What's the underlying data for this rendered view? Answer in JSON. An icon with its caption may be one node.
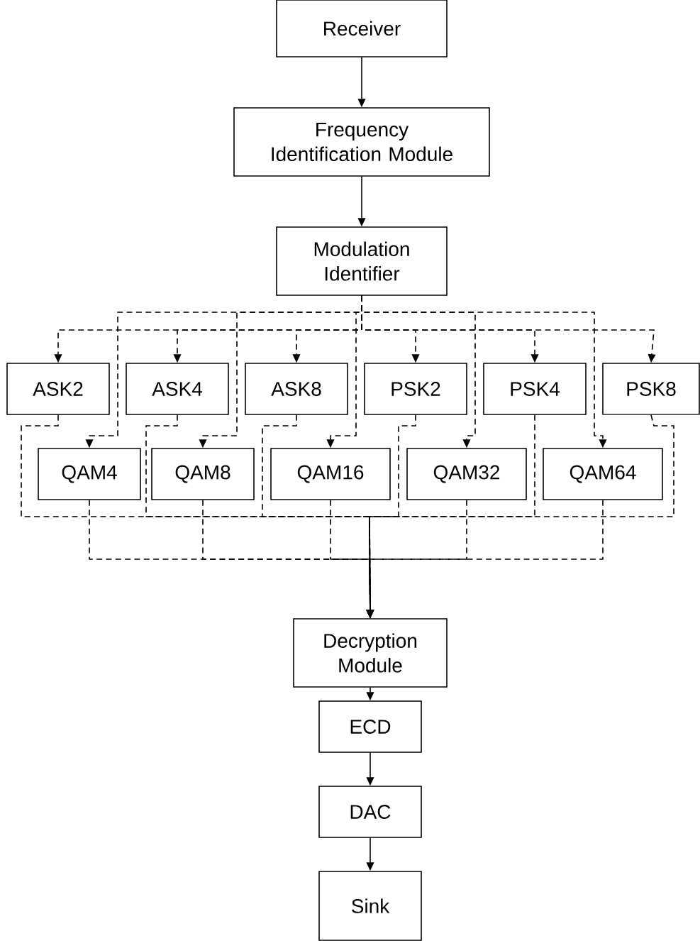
{
  "diagram": {
    "nodes": [
      {
        "text": [
          "Receiver"
        ]
      },
      {
        "text": [
          "Frequency Identification Module"
        ]
      },
      {
        "text": [
          "Modulation Identifier"
        ]
      },
      {
        "text": [
          "ASK2"
        ]
      },
      {
        "text": [
          "ASK4"
        ]
      },
      {
        "text": [
          "ASK8"
        ]
      },
      {
        "text": [
          "PSK2"
        ]
      },
      {
        "text": [
          "PSK4"
        ]
      },
      {
        "text": [
          "PSK8"
        ]
      },
      {
        "text": [
          "QAM4"
        ]
      },
      {
        "text": [
          "QAM8"
        ]
      },
      {
        "text": [
          "QAM16"
        ]
      },
      {
        "text": [
          "QAM32"
        ]
      },
      {
        "text": [
          "QAM64"
        ]
      },
      {
        "text": [
          "Decryption Module"
        ]
      },
      {
        "text": [
          "ECD"
        ]
      },
      {
        "text": [
          "DAC"
        ]
      },
      {
        "text": [
          "Sink"
        ]
      }
    ],
    "edges": [
      {
        "from": 0,
        "to": 1,
        "arrow": "to"
      },
      {
        "from": 1,
        "to": 2,
        "arrow": "to"
      },
      {
        "from": 2,
        "to": 3,
        "arrow": "to",
        "style": "dashed"
      },
      {
        "from": 2,
        "to": 4,
        "arrow": "to",
        "style": "dashed"
      },
      {
        "from": 2,
        "to": 5,
        "arrow": "to",
        "style": "dashed"
      },
      {
        "from": 2,
        "to": 6,
        "arrow": "to",
        "style": "dashed"
      },
      {
        "from": 2,
        "to": 7,
        "arrow": "to",
        "style": "dashed"
      },
      {
        "from": 2,
        "to": 8,
        "arrow": "to",
        "style": "dashed"
      },
      {
        "from": 2,
        "to": 9,
        "arrow": "to",
        "style": "dashed"
      },
      {
        "from": 2,
        "to": 10,
        "arrow": "to",
        "style": "dashed"
      },
      {
        "from": 2,
        "to": 11,
        "arrow": "to",
        "style": "dashed"
      },
      {
        "from": 2,
        "to": 12,
        "arrow": "to",
        "style": "dashed"
      },
      {
        "from": 2,
        "to": 13,
        "arrow": "to",
        "style": "dashed"
      },
      {
        "from": 3,
        "to": 14,
        "arrow": "to",
        "style": "dashed"
      },
      {
        "from": 4,
        "to": 14,
        "arrow": "to",
        "style": "dashed"
      },
      {
        "from": 5,
        "to": 14,
        "arrow": "to",
        "style": "dashed"
      },
      {
        "from": 6,
        "to": 14,
        "arrow": "to",
        "style": "dashed"
      },
      {
        "from": 7,
        "to": 14,
        "arrow": "to",
        "style": "dashed"
      },
      {
        "from": 8,
        "to": 14,
        "arrow": "to",
        "style": "dashed"
      },
      {
        "from": 9,
        "to": 14,
        "arrow": "to",
        "style": "dashed"
      },
      {
        "from": 10,
        "to": 14,
        "arrow": "to",
        "style": "dashed"
      },
      {
        "from": 11,
        "to": 14,
        "arrow": "to",
        "style": "dashed"
      },
      {
        "from": 12,
        "to": 14,
        "arrow": "to",
        "style": "dashed"
      },
      {
        "from": 13,
        "to": 14,
        "arrow": "to",
        "style": "dashed"
      },
      {
        "from": 14,
        "to": 15,
        "arrow": "to"
      },
      {
        "from": 15,
        "to": 16,
        "arrow": "to"
      },
      {
        "from": 16,
        "to": 17,
        "arrow": "to"
      }
    ]
  }
}
